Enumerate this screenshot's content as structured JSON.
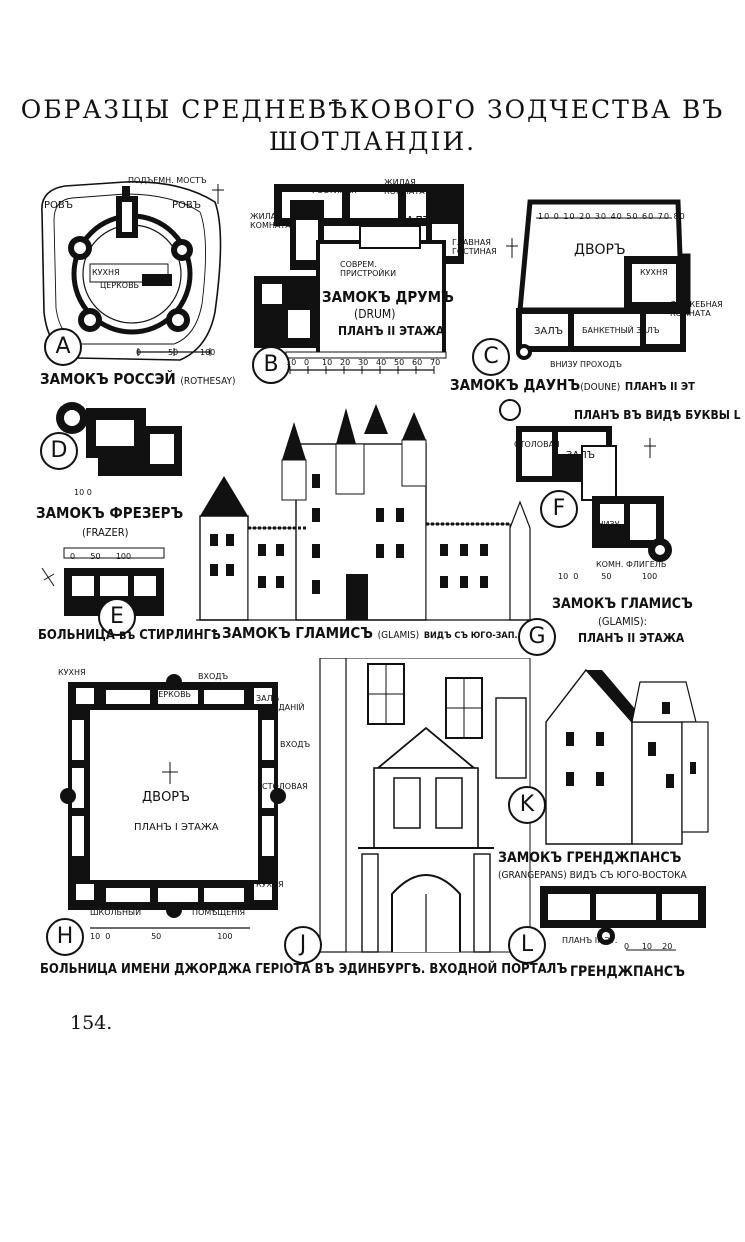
{
  "page": {
    "title_line1": "ОБРАЗЦЫ СРЕДНЕВѢКОВОГО ЗОДЧЕСТВА ВЪ",
    "title_line2": "ШОТЛАНДІИ.",
    "page_number": "154."
  },
  "figures": {
    "A": {
      "letter": "A",
      "caption": "ЗАМОКЪ РОССЭЙ",
      "caption_latin": "(ROTHESAY)",
      "labels": {
        "moat1": "РОВЪ",
        "moat2": "РОВЪ",
        "bridge": "ПОДЪЕМН. МОСТЪ",
        "kitchen": "КУХНЯ",
        "chapel": "ЦЕРКОВЬ"
      },
      "scale": [
        "0",
        "50",
        "100"
      ]
    },
    "B": {
      "letter": "B",
      "caption_line1": "ЗАМОКЪ ДРУМЪ",
      "caption_line2": "(DRUM)",
      "caption_line3": "ПЛАНЪ II ЭТАЖА",
      "labels": {
        "guest": "ГОСТИНАЯ",
        "living1": "ЖИЛАЯ КОМНАТА",
        "living2": "ЖИЛАЯ КОМНАТА",
        "hall": "ЗАЛЪ",
        "mainliving": "ГЛАВНАЯ ГОСТИНАЯ",
        "newext": "СОВРЕМ. ПРИСТРОЙКИ"
      },
      "scale": [
        "10",
        "0",
        "10",
        "20",
        "30",
        "40",
        "50",
        "60",
        "70"
      ]
    },
    "C": {
      "letter": "C",
      "caption": "ЗАМОКЪ ДАУНЪ",
      "caption_latin": "(DOUNE)",
      "caption_tail": "ПЛАНЪ II ЭТ",
      "labels": {
        "court": "ДВОРЪ",
        "kitchen": "КУХНЯ",
        "service": "СЛУЖЕБНАЯ КОМНАТА",
        "hall": "ЗАЛЪ",
        "banquet": "БАНКЕТНЫЙ ЗАЛЪ",
        "passage": "ВНИЗУ ПРОХОДЪ"
      },
      "scale": [
        "10",
        "0",
        "10",
        "20",
        "30",
        "40",
        "50",
        "60",
        "70",
        "80"
      ]
    },
    "D": {
      "letter": "D",
      "caption": "ЗАМОКЪ ФРЕЗЕРЪ",
      "caption_latin": "(FRAZER)",
      "scale": [
        "10",
        "0"
      ]
    },
    "E": {
      "letter": "E",
      "caption": "БОЛЬНИЦА въ СТИРЛИНГѢ",
      "scale": [
        "0",
        "50",
        "100"
      ]
    },
    "F": {
      "letter": "F",
      "caption_top": "ПЛАНЪ ВЪ ВИДѢ БУКВЫ L",
      "labels": {
        "dining": "СТОЛОВАЯ",
        "hall": "ЗАЛЪ",
        "kitchen": "ВНИЗУ КУХНЯ",
        "room": "КОМН. ФЛИГЕЛЬ"
      },
      "scale": [
        "10",
        "0",
        "50",
        "100"
      ]
    },
    "G": {
      "letter": "G",
      "caption": "ЗАМОКЪ ГЛАМИСЪ",
      "caption_latin": "(GLAMIS)",
      "caption_tail": "ВИДЪ СЪ ЮГО-ЗАП."
    },
    "F_caption": {
      "line1": "ЗАМОКЪ ГЛАМИСЪ",
      "line2": "(GLAMIS):",
      "line3": "ПЛАНЪ II ЭТАЖА"
    },
    "H": {
      "letter": "H",
      "labels": {
        "kitchen1": "КУХНЯ",
        "court": "ДВОРЪ",
        "plan": "ПЛАНЪ I ЭТАЖА",
        "church": "ЦЕРКОВЬ",
        "dining": "СТОЛОВАЯ",
        "entry": "ВХОДЪ",
        "kitchen2": "КУХНЯ",
        "hall": "ЗАЛЪ ЗАСѢДАНІЙ",
        "school": "ШКОЛЬНЫЙ",
        "room": "ПОМѢЩЕНІЯ",
        "entry2": "ВХОДЪ"
      },
      "scale": [
        "10",
        "0",
        "50",
        "100"
      ]
    },
    "J": {
      "letter": "J"
    },
    "HJ_caption": {
      "line": "БОЛЬНИЦА ИМЕНИ ДЖОРДЖА ГЕРІОТА ВЪ ЭДИНБУРГѢ. ВХОДНОЙ ПОРТАЛЪ"
    },
    "K": {
      "letter": "K",
      "caption": "ЗАМОКЪ ГРЕНДЖПАНСЪ",
      "caption_line2": "(GRANGEPANS) ВИДЪ СЪ ЮГО-ВОСТОКА"
    },
    "L": {
      "letter": "L",
      "label": "ПЛАНЪ III ЭТ.",
      "caption": "ГРЕНДЖПАНСЪ",
      "scale": [
        "0",
        "10",
        "20"
      ]
    }
  }
}
